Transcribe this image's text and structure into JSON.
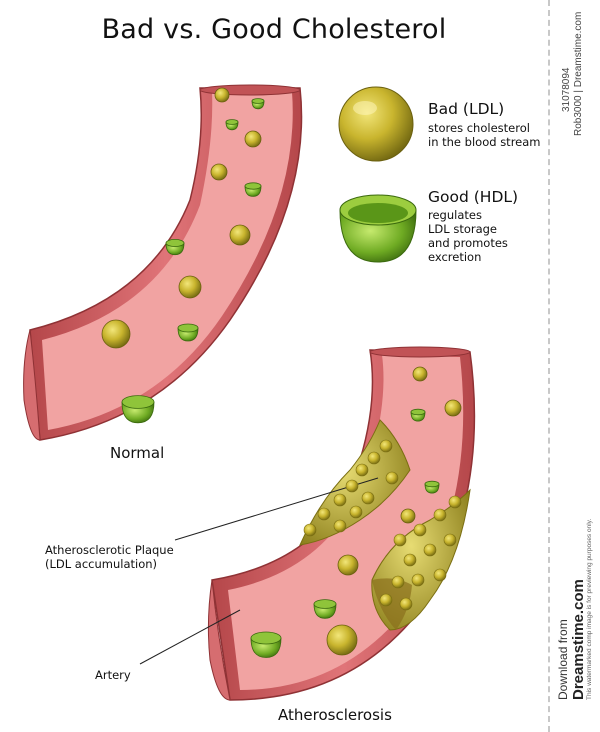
{
  "title": "Bad vs. Good Cholesterol",
  "legend": {
    "bad": {
      "title": "Bad (LDL)",
      "desc": "stores cholesterol\nin the blood stream"
    },
    "good": {
      "title": "Good (HDL)",
      "desc": "regulates\nLDL storage\nand promotes\nexcretion"
    }
  },
  "labels": {
    "normal": "Normal",
    "plaque": "Atherosclerotic Plaque\n(LDL accumulation)",
    "artery": "Artery",
    "atherosclerosis": "Atherosclerosis"
  },
  "watermark": {
    "id": "31078094",
    "author": "Rob3000 | Dreamstime.com",
    "download": "Download from",
    "site": "Dreamstime.com",
    "notice": "This watermarked comp image is for previewing purposes only."
  },
  "colors": {
    "vessel_outer": "#c85a5c",
    "vessel_inner": "#e9888a",
    "lumen": "#f2a2a0",
    "ldl": "#b9a823",
    "hdl": "#7ab52a"
  }
}
